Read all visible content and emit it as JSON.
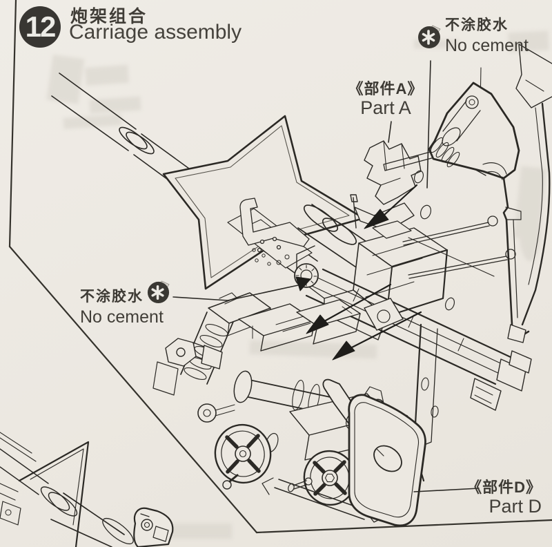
{
  "page": {
    "paper_color": "#ece8e1",
    "ink_color": "#2b2925",
    "badge_color": "#383632"
  },
  "header": {
    "step_number": "12",
    "title_zh": "炮架组合",
    "title_en": "Carriage assembly"
  },
  "notes": {
    "no_cement_top": {
      "icon": "no-cement-icon",
      "text_zh": "不涂胶水",
      "text_en": "No cement"
    },
    "no_cement_side": {
      "icon": "no-cement-icon",
      "text_zh": "不涂胶水",
      "text_en": "No cement"
    }
  },
  "part_labels": {
    "part_a": {
      "text_zh": "《部件A》",
      "text_en": "Part A"
    },
    "part_d": {
      "text_zh": "《部件D》",
      "text_en": "Part D"
    }
  }
}
